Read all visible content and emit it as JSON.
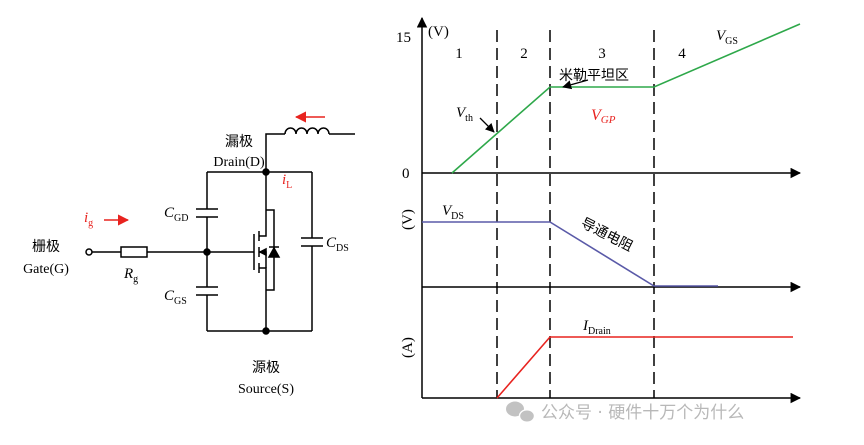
{
  "circuit": {
    "drain_cn": "漏极",
    "drain_en": "Drain(D)",
    "gate_cn": "栅极",
    "gate_en": "Gate(G)",
    "source_cn": "源极",
    "source_en": "Source(S)",
    "ig": {
      "main": "i",
      "sub": "g"
    },
    "il": {
      "main": "i",
      "sub": "L"
    },
    "rg": {
      "main": "R",
      "sub": "g"
    },
    "cgd": {
      "main": "C",
      "sub": "GD"
    },
    "cgs": {
      "main": "C",
      "sub": "GS"
    },
    "cds": {
      "main": "C",
      "sub": "DS"
    },
    "current_color": "#e8231f"
  },
  "waveforms": {
    "top_axis_unit": "(V)",
    "tick_15": "15",
    "tick_0": "0",
    "regions": [
      "1",
      "2",
      "3",
      "4"
    ],
    "vgs": {
      "main": "V",
      "sub": "GS"
    },
    "vth": {
      "main": "V",
      "sub": "th"
    },
    "vgp": {
      "main": "V",
      "sub": "GP"
    },
    "plateau_label": "米勒平坦区",
    "mid_axis_unit": "(V)",
    "vds": {
      "main": "V",
      "sub": "DS"
    },
    "on_resistance_label": "导通电阻",
    "bottom_axis_unit": "(A)",
    "idrain": {
      "main": "I",
      "sub": "Drain"
    },
    "vgs_color": "#2ea84a",
    "vds_color": "#5a5aa8",
    "id_color": "#e8231f",
    "vgp_color": "#e8231f"
  },
  "watermark": "公众号 · 硬件十万个为什么"
}
